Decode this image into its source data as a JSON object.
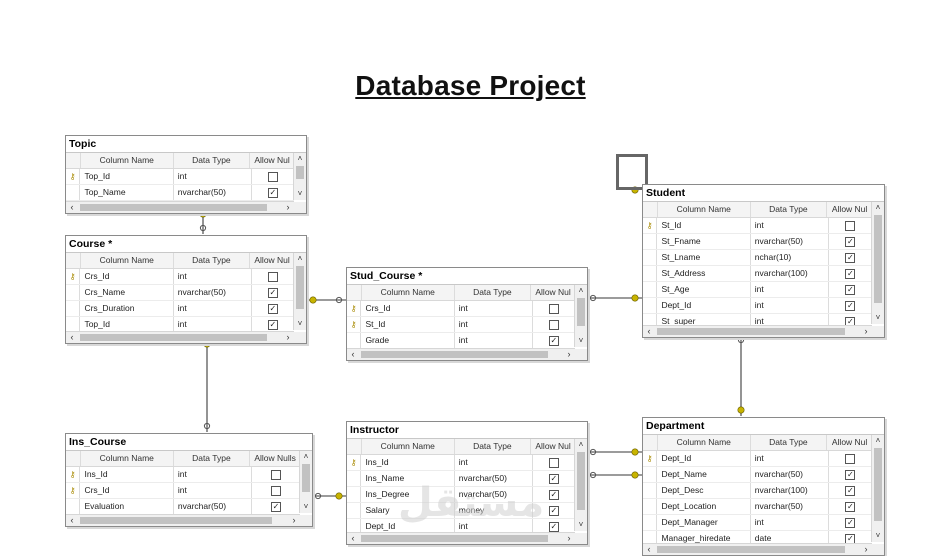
{
  "page": {
    "title": "Database Project"
  },
  "header_labels": {
    "column_name": "Column Name",
    "data_type": "Data Type",
    "allow_nulls": "Allow Nul",
    "allow_nulls_full": "Allow Nulls"
  },
  "key_icon": "primary-key-icon",
  "colors": {
    "connector": "#7a7a7a",
    "key_marker": "#c8b400",
    "border": "#8a8a8a"
  },
  "watermark": "مستقل",
  "tables": {
    "topic": {
      "title": "Topic",
      "rows": [
        {
          "key": true,
          "name": "Top_Id",
          "type": "int",
          "nulls": false
        },
        {
          "key": false,
          "name": "Top_Name",
          "type": "nvarchar(50)",
          "nulls": true
        }
      ]
    },
    "course": {
      "title": "Course *",
      "rows": [
        {
          "key": true,
          "name": "Crs_Id",
          "type": "int",
          "nulls": false
        },
        {
          "key": false,
          "name": "Crs_Name",
          "type": "nvarchar(50)",
          "nulls": true
        },
        {
          "key": false,
          "name": "Crs_Duration",
          "type": "int",
          "nulls": true
        },
        {
          "key": false,
          "name": "Top_Id",
          "type": "int",
          "nulls": true
        }
      ]
    },
    "stud_course": {
      "title": "Stud_Course *",
      "rows": [
        {
          "key": true,
          "name": "Crs_Id",
          "type": "int",
          "nulls": false
        },
        {
          "key": true,
          "name": "St_Id",
          "type": "int",
          "nulls": false
        },
        {
          "key": false,
          "name": "Grade",
          "type": "int",
          "nulls": true
        }
      ]
    },
    "student": {
      "title": "Student",
      "rows": [
        {
          "key": true,
          "name": "St_Id",
          "type": "int",
          "nulls": false
        },
        {
          "key": false,
          "name": "St_Fname",
          "type": "nvarchar(50)",
          "nulls": true
        },
        {
          "key": false,
          "name": "St_Lname",
          "type": "nchar(10)",
          "nulls": true
        },
        {
          "key": false,
          "name": "St_Address",
          "type": "nvarchar(100)",
          "nulls": true
        },
        {
          "key": false,
          "name": "St_Age",
          "type": "int",
          "nulls": true
        },
        {
          "key": false,
          "name": "Dept_Id",
          "type": "int",
          "nulls": true
        },
        {
          "key": false,
          "name": "St_super",
          "type": "int",
          "nulls": true
        }
      ]
    },
    "ins_course": {
      "title": "Ins_Course",
      "rows": [
        {
          "key": true,
          "name": "Ins_Id",
          "type": "int",
          "nulls": false
        },
        {
          "key": true,
          "name": "Crs_Id",
          "type": "int",
          "nulls": false
        },
        {
          "key": false,
          "name": "Evaluation",
          "type": "nvarchar(50)",
          "nulls": true
        }
      ]
    },
    "instructor": {
      "title": "Instructor",
      "rows": [
        {
          "key": true,
          "name": "Ins_Id",
          "type": "int",
          "nulls": false
        },
        {
          "key": false,
          "name": "Ins_Name",
          "type": "nvarchar(50)",
          "nulls": true
        },
        {
          "key": false,
          "name": "Ins_Degree",
          "type": "nvarchar(50)",
          "nulls": true
        },
        {
          "key": false,
          "name": "Salary",
          "type": "money",
          "nulls": true
        },
        {
          "key": false,
          "name": "Dept_Id",
          "type": "int",
          "nulls": true
        }
      ]
    },
    "department": {
      "title": "Department",
      "rows": [
        {
          "key": true,
          "name": "Dept_Id",
          "type": "int",
          "nulls": false
        },
        {
          "key": false,
          "name": "Dept_Name",
          "type": "nvarchar(50)",
          "nulls": true
        },
        {
          "key": false,
          "name": "Dept_Desc",
          "type": "nvarchar(100)",
          "nulls": true
        },
        {
          "key": false,
          "name": "Dept_Location",
          "type": "nvarchar(50)",
          "nulls": true
        },
        {
          "key": false,
          "name": "Dept_Manager",
          "type": "int",
          "nulls": true
        },
        {
          "key": false,
          "name": "Manager_hiredate",
          "type": "date",
          "nulls": true
        }
      ]
    }
  }
}
